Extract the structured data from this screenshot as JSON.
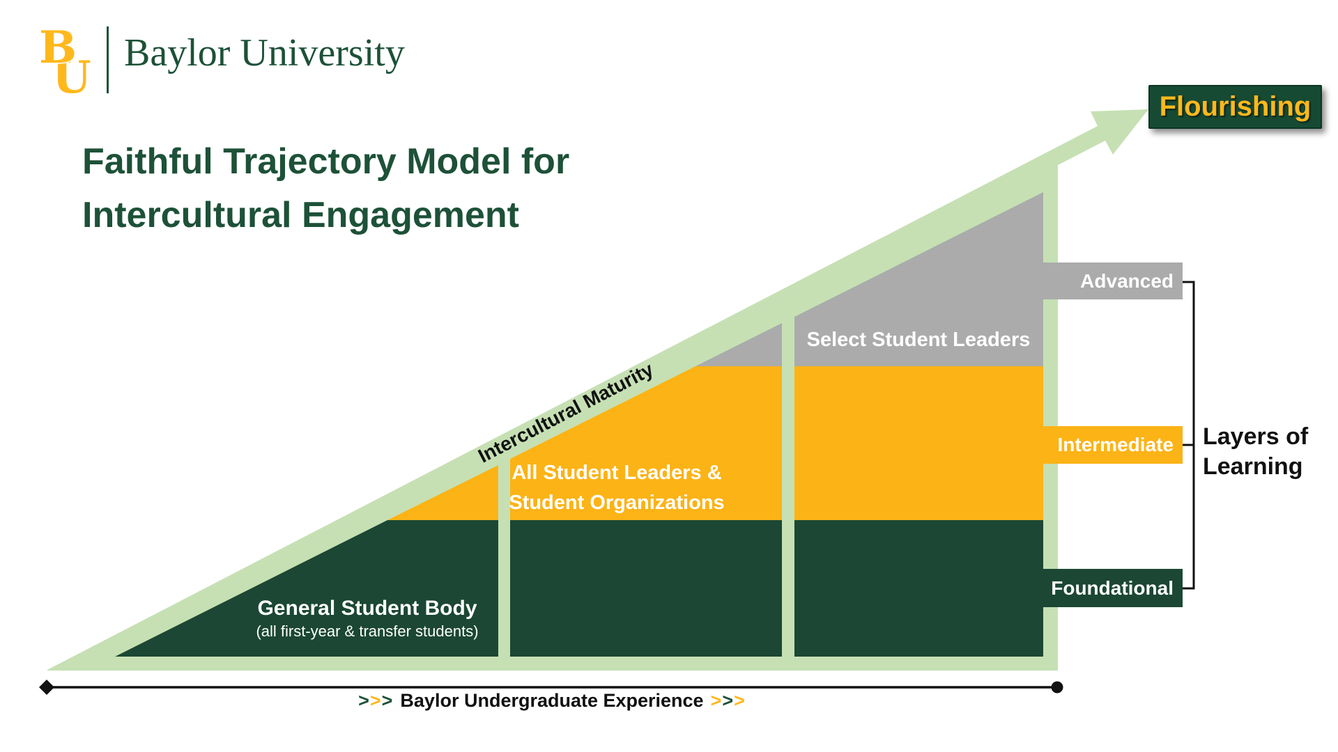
{
  "logo": {
    "monogram": {
      "b": "B",
      "u": "U"
    },
    "wordmark": "Baylor University"
  },
  "title": {
    "line1": "Faithful Trajectory Model for",
    "line2": "Intercultural Engagement"
  },
  "flourishing": {
    "label": "Flourishing"
  },
  "diagonal_label": "Intercultural Maturity",
  "triangle_sections": [
    {
      "id": "general-student-body",
      "line1": "General Student Body",
      "line2": "(all first-year & transfer students)"
    },
    {
      "id": "all-student-leaders",
      "line1": "All Student Leaders &",
      "line2": "Student Organizations"
    },
    {
      "id": "select-student-leaders",
      "line1": "Select Student Leaders"
    }
  ],
  "layer_labels": [
    {
      "label": "Advanced"
    },
    {
      "label": "Intermediate"
    },
    {
      "label": "Foundational"
    }
  ],
  "layers_of_learning": {
    "line1": "Layers of",
    "line2": "Learning"
  },
  "x_axis": {
    "label": "Baylor Undergraduate Experience",
    "chevron": ">"
  },
  "colors": {
    "baylor_green": "#1b4734",
    "baylor_gold": "#fcb316",
    "accent_gold": "#ffb81c",
    "light_green": "#c6e0b4",
    "gray": "#ababab",
    "title_green": "#1d5138"
  }
}
